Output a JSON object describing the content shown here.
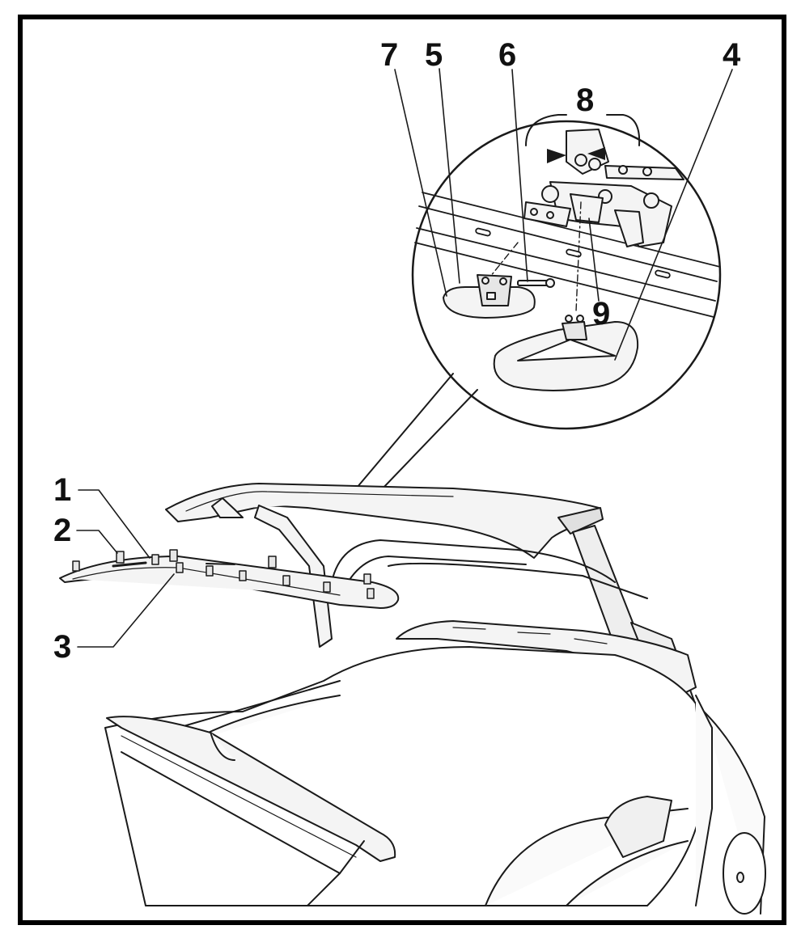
{
  "diagram": {
    "callouts": [
      {
        "id": "c1",
        "text": "1"
      },
      {
        "id": "c2",
        "text": "2"
      },
      {
        "id": "c3",
        "text": "3"
      },
      {
        "id": "c4",
        "text": "4"
      },
      {
        "id": "c5",
        "text": "5"
      },
      {
        "id": "c6",
        "text": "6"
      },
      {
        "id": "c7",
        "text": "7"
      },
      {
        "id": "c8",
        "text": "8"
      },
      {
        "id": "c9",
        "text": "9"
      }
    ],
    "colors": {
      "line": "#1a1a1a",
      "fill": "#f4f4f4",
      "shade": "#d8d8d8",
      "frame": "#000000"
    }
  }
}
